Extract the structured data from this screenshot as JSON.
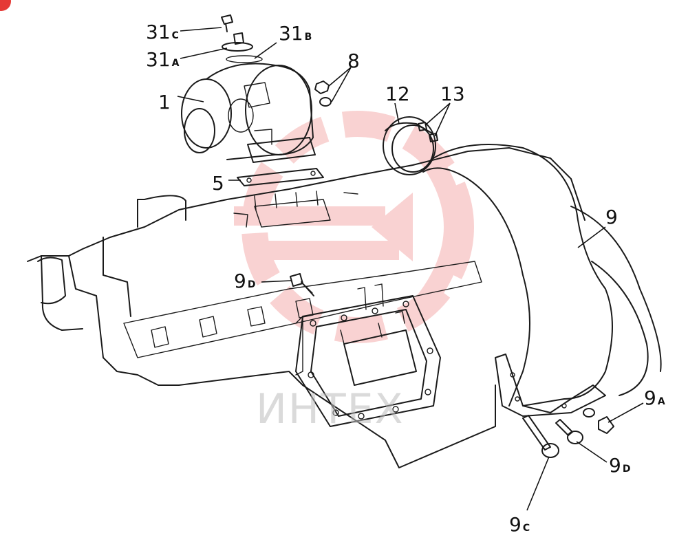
{
  "diagram": {
    "callouts": [
      {
        "id": "1",
        "main": "1",
        "sub": ""
      },
      {
        "id": "5",
        "main": "5",
        "sub": ""
      },
      {
        "id": "8",
        "main": "8",
        "sub": ""
      },
      {
        "id": "9",
        "main": "9",
        "sub": ""
      },
      {
        "id": "12",
        "main": "12",
        "sub": ""
      },
      {
        "id": "13",
        "main": "13",
        "sub": ""
      },
      {
        "id": "31A",
        "main": "31",
        "sub": "A"
      },
      {
        "id": "31B",
        "main": "31",
        "sub": "B"
      },
      {
        "id": "31C",
        "main": "31",
        "sub": "C"
      },
      {
        "id": "9A",
        "main": "9",
        "sub": "A"
      },
      {
        "id": "9C",
        "main": "9",
        "sub": "C"
      },
      {
        "id": "9D-left",
        "main": "9",
        "sub": "D"
      },
      {
        "id": "9D-right",
        "main": "9",
        "sub": "D"
      }
    ],
    "watermark": {
      "text": "ИНТЕХ",
      "color": "#e53935"
    }
  }
}
